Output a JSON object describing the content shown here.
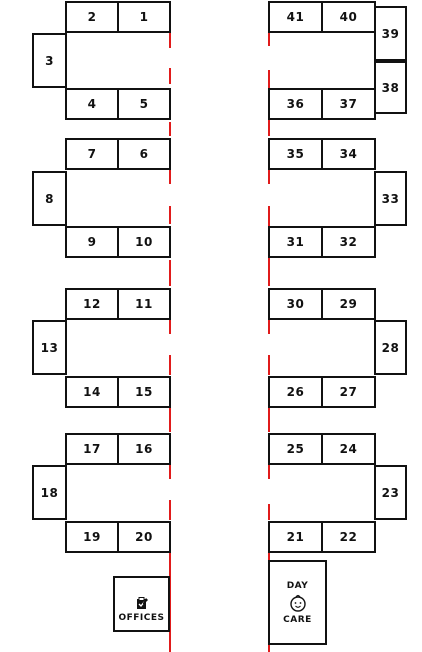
{
  "rooms": [
    "1",
    "2",
    "3",
    "4",
    "5",
    "6",
    "7",
    "8",
    "9",
    "10",
    "11",
    "12",
    "13",
    "14",
    "15",
    "16",
    "17",
    "18",
    "19",
    "20",
    "21",
    "22",
    "23",
    "24",
    "25",
    "26",
    "27",
    "28",
    "29",
    "30",
    "31",
    "32",
    "33",
    "34",
    "35",
    "36",
    "37",
    "38",
    "39",
    "40",
    "41"
  ],
  "offices": {
    "label": "OFFICES",
    "icon": "clipboard-icon"
  },
  "daycare": {
    "line1": "DAY",
    "line2": "CARE",
    "icon": "baby-face-icon"
  },
  "colors": {
    "room_border": "#111111",
    "stripe": "#e01b1b",
    "background": "#ffffff"
  }
}
